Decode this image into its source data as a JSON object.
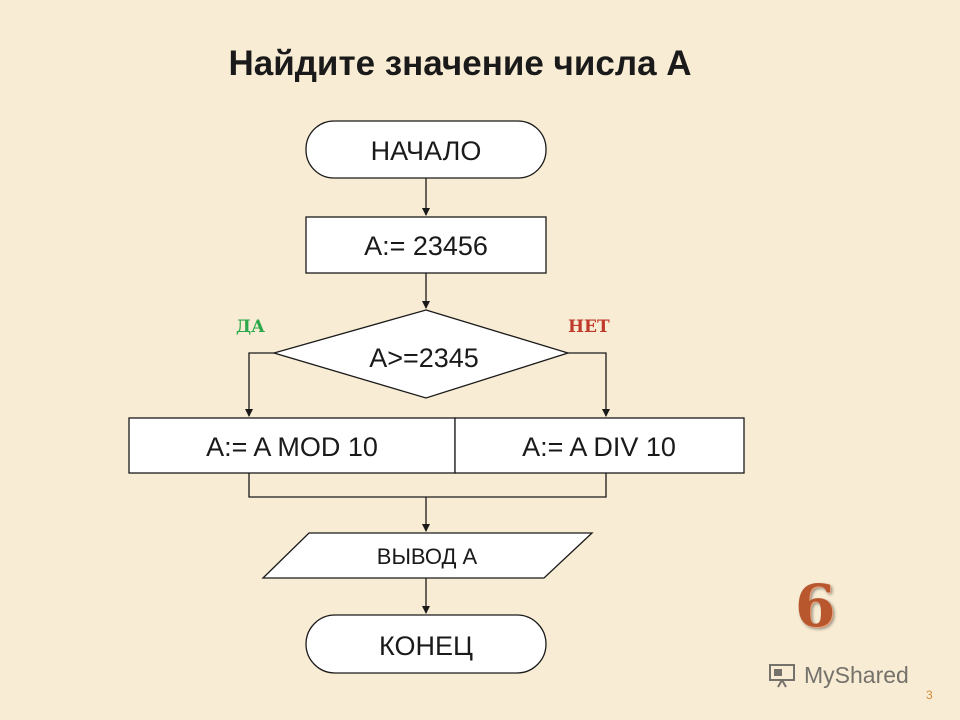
{
  "title": "Найдите значение числа   А",
  "flowchart": {
    "start": "НАЧАЛО",
    "assign": "A:= 23456",
    "condition": "A>=2345",
    "yes_label": "ДА",
    "no_label": "НЕТ",
    "yes_action": "A:= A MOD 10",
    "no_action": "A:= A DIV 10",
    "output": "ВЫВОД   А",
    "end": "КОНЕЦ"
  },
  "answer": "6",
  "watermark": "MyShared",
  "page_number": "3",
  "colors": {
    "background": "#f8ecd4",
    "yes": "#2aa84a",
    "no": "#c0392b",
    "answer": "#b8572e"
  }
}
